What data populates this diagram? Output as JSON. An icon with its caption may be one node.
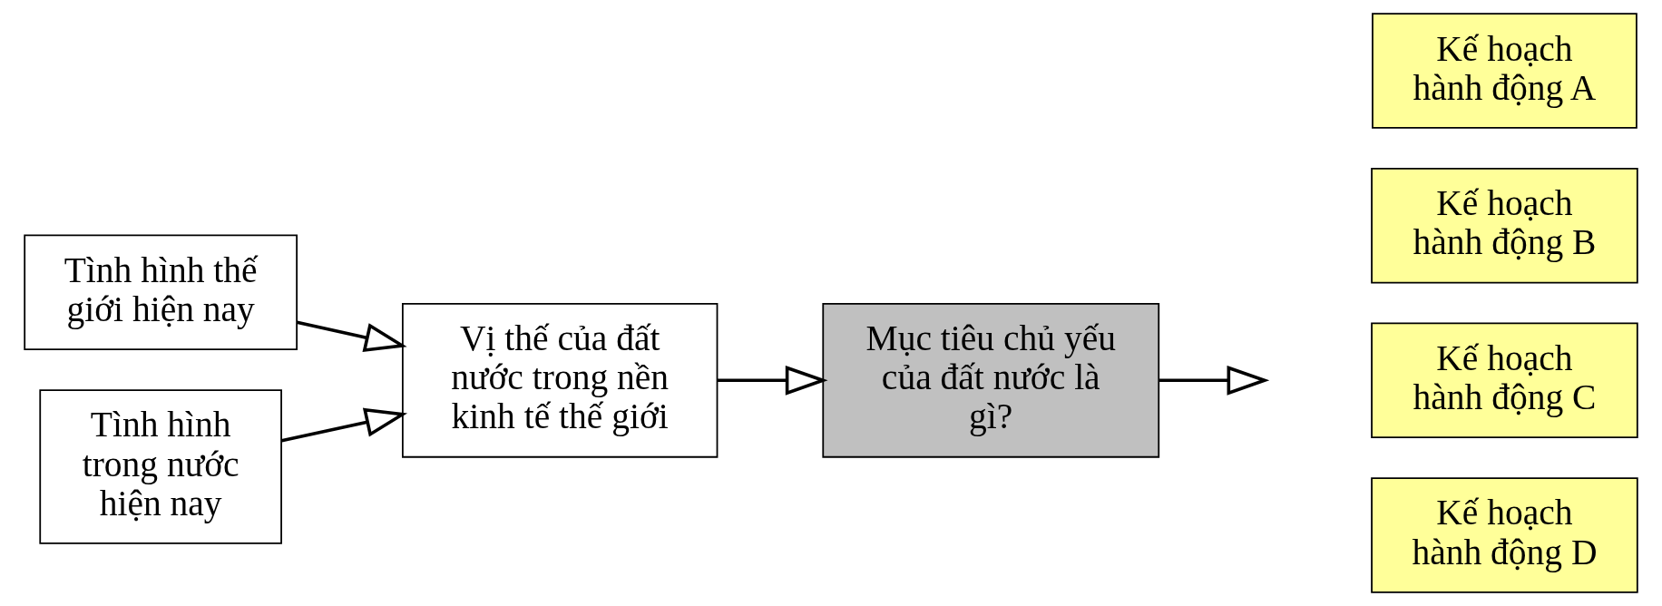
{
  "diagram": {
    "nodes": [
      {
        "text": [
          "Tình hình thế giới hiện nay"
        ]
      },
      {
        "text": [
          "Tình hình trong nước hiện nay"
        ]
      },
      {
        "text": [
          "Vị thế của đất nước trong nền kinh tế thế giới"
        ]
      },
      {
        "text": [
          "Mục tiêu chủ yếu của đất nước là gì?"
        ]
      },
      {
        "text": [
          "Kế hoạch hành động A"
        ]
      },
      {
        "text": [
          "Kế hoạch hành động B"
        ]
      },
      {
        "text": [
          "Kế hoạch hành động C"
        ]
      },
      {
        "text": [
          "Kế hoạch hành động D"
        ]
      }
    ],
    "edges": [
      {
        "from": 0,
        "to": 2,
        "arrow": "to"
      },
      {
        "from": 1,
        "to": 2,
        "arrow": "to"
      },
      {
        "from": 2,
        "to": 3,
        "arrow": "to"
      },
      {
        "from": 3,
        "to": null,
        "arrow": "to"
      }
    ]
  }
}
